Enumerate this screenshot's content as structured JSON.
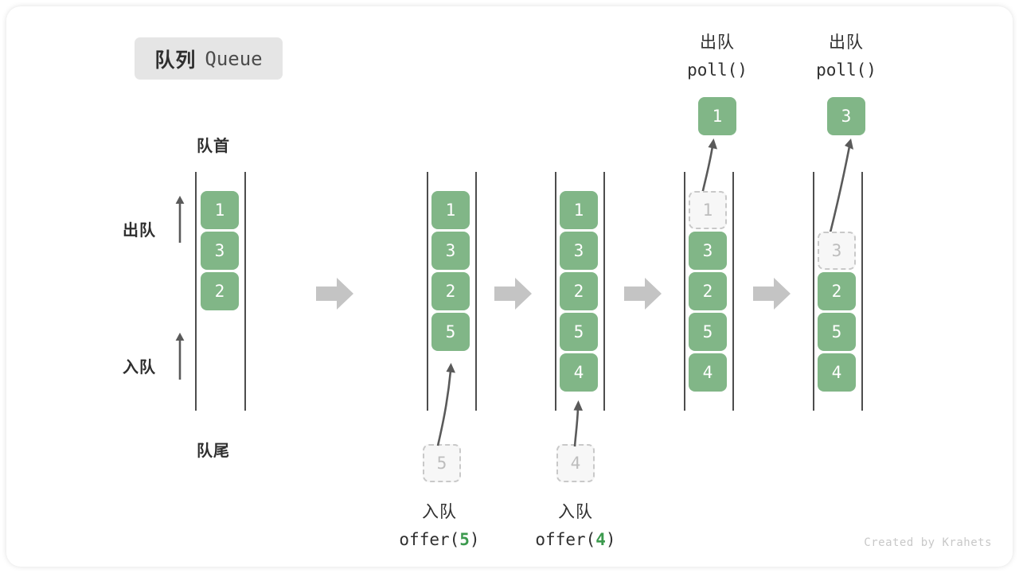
{
  "title": {
    "cn": "队列",
    "en": "Queue"
  },
  "labels": {
    "head": "队首",
    "tail": "队尾",
    "dequeue": "出队",
    "enqueue": "入队"
  },
  "colors": {
    "cell_fill": "#81b687",
    "cell_text": "#ffffff",
    "ghost_fill": "#f7f7f7",
    "ghost_border": "#c9c9c9",
    "ghost_text": "#bdbdbd",
    "rail": "#4d4d4d",
    "step_arrow": "#c4c4c4",
    "accent_green": "#3c9a4e",
    "badge_bg": "#e5e5e5",
    "text": "#2f2f2f"
  },
  "icons": {
    "step_arrow": "right-arrow-icon",
    "dir_arrow": "up-arrow-icon",
    "motion_arrow": "curved-up-arrow-icon"
  },
  "columns": [
    {
      "id": "state-0",
      "cells": [
        "1",
        "3",
        "2"
      ],
      "ghosts": []
    },
    {
      "id": "state-1",
      "cells": [
        "1",
        "3",
        "2",
        "5"
      ],
      "ghosts": []
    },
    {
      "id": "state-2",
      "cells": [
        "1",
        "3",
        "2",
        "5",
        "4"
      ],
      "ghosts": []
    },
    {
      "id": "state-3",
      "cells": [
        "3",
        "2",
        "5",
        "4"
      ],
      "ghosts": [
        "1"
      ]
    },
    {
      "id": "state-4",
      "cells": [
        "2",
        "5",
        "4"
      ],
      "ghosts": [
        "3"
      ]
    }
  ],
  "operations": {
    "offer_5": {
      "cn": "入队",
      "fn": "offer(",
      "arg": "5",
      "close": ")",
      "ghost_value": "5"
    },
    "offer_4": {
      "cn": "入队",
      "fn": "offer(",
      "arg": "4",
      "close": ")",
      "ghost_value": "4"
    },
    "poll_1": {
      "cn": "出队",
      "fn": "poll()",
      "result": "1"
    },
    "poll_2": {
      "cn": "出队",
      "fn": "poll()",
      "result": "3"
    }
  },
  "credit": "Created by Krahets"
}
